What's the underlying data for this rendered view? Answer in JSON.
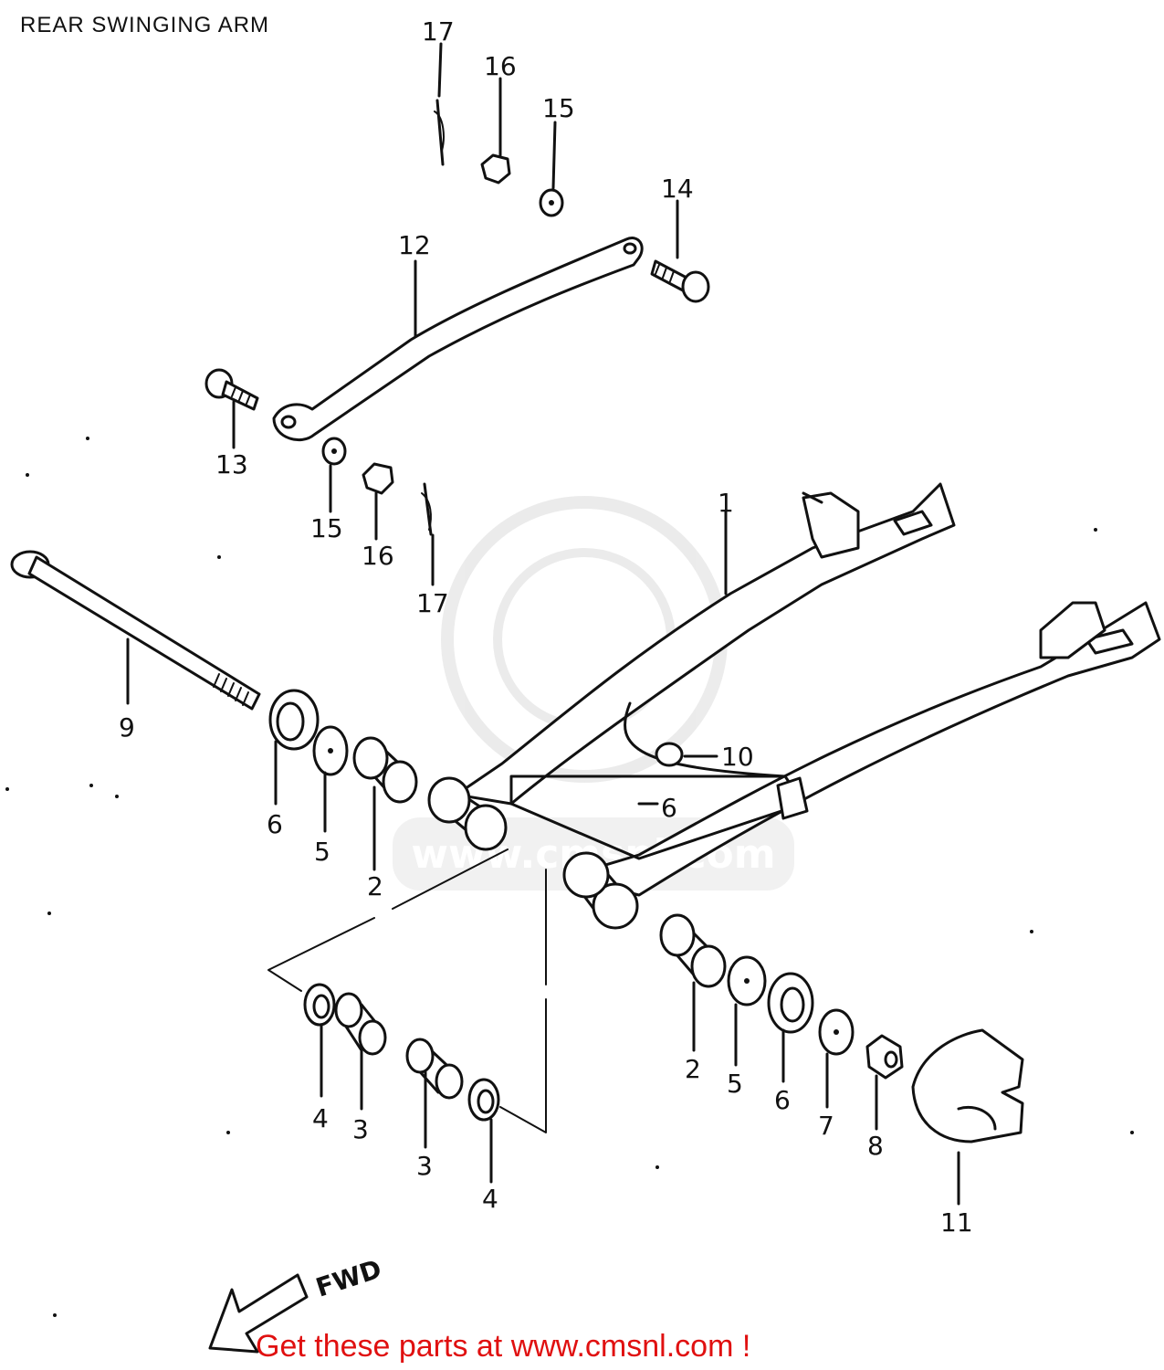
{
  "title": "REAR SWINGING ARM",
  "footer": "Get these parts at www.cmsnl.com !",
  "fwd_label": "FWD",
  "watermark_text": "www.cmsnl.com",
  "callouts": {
    "c1": "1",
    "c2a": "2",
    "c2b": "2",
    "c3a": "3",
    "c3b": "3",
    "c4a": "4",
    "c4b": "4",
    "c5a": "5",
    "c5b": "5",
    "c6a": "6",
    "c6b": "6",
    "c6c": "6",
    "c7": "7",
    "c8": "8",
    "c9": "9",
    "c10": "10",
    "c11": "11",
    "c12": "12",
    "c13": "13",
    "c14": "14",
    "c15a": "15",
    "c15b": "15",
    "c16a": "16",
    "c16b": "16",
    "c17a": "17",
    "c17b": "17"
  },
  "colors": {
    "line": "#111111",
    "footer": "#e01010",
    "watermark": "#d9d9d9"
  }
}
